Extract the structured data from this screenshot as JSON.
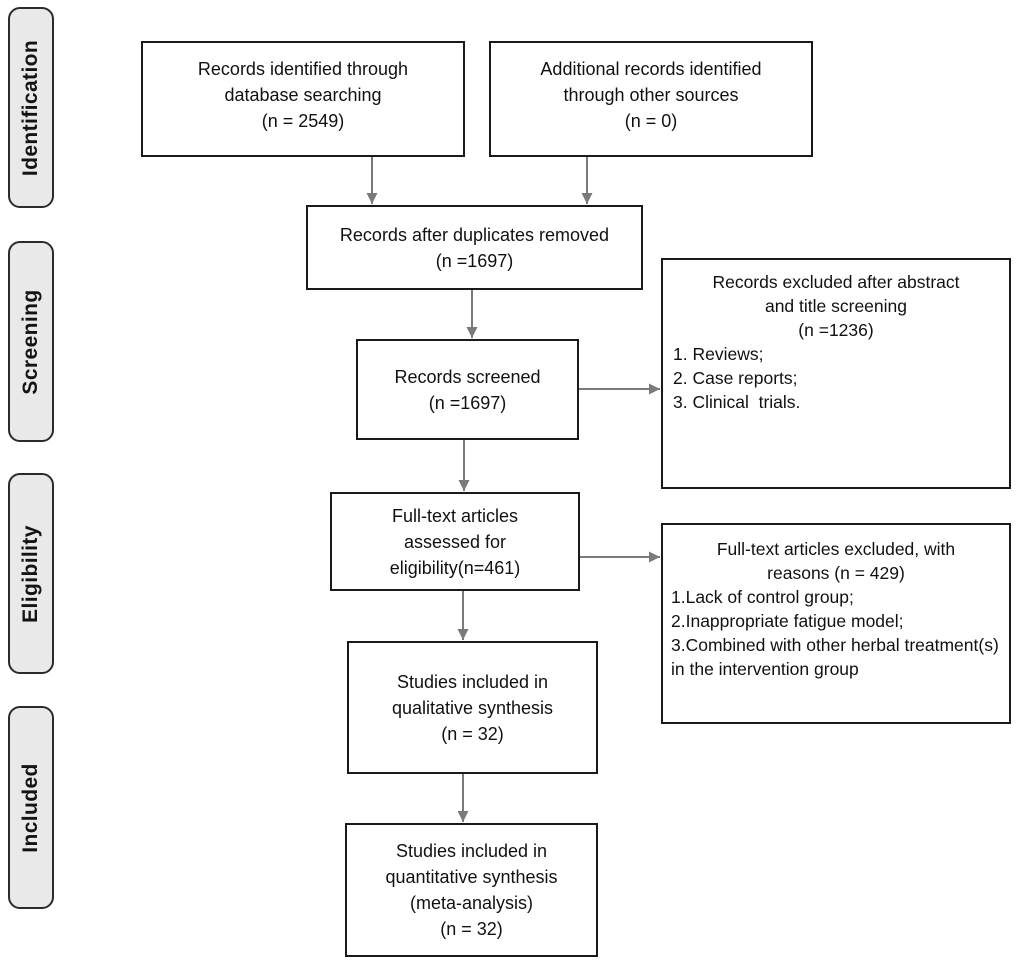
{
  "colors": {
    "box_border": "#1a1a1a",
    "arrow": "#7a7a7a",
    "stage_fill": "#e9e9e9",
    "stage_border": "#2b2b2b",
    "text": "#111111"
  },
  "stages": {
    "identification": "Identification",
    "screening": "Screening",
    "eligibility": "Eligibility",
    "included": "Included"
  },
  "boxes": {
    "database_search": {
      "lines": [
        "Records identified through",
        "database searching",
        "(n = 2549)"
      ]
    },
    "other_sources": {
      "lines": [
        "Additional records identified",
        "through other sources",
        "(n = 0)"
      ]
    },
    "duplicates_removed": {
      "lines": [
        "Records after duplicates removed",
        "(n =1697)"
      ]
    },
    "records_screened": {
      "lines": [
        "Records screened",
        "(n =1697)"
      ]
    },
    "abstract_excluded": {
      "heading_lines": [
        "Records excluded after abstract",
        "and title screening",
        "(n =1236)"
      ],
      "reasons": [
        "1. Reviews;",
        "2. Case reports;",
        "3. Clinical  trials."
      ]
    },
    "fulltext_assessed": {
      "lines": [
        "Full-text articles",
        "assessed for",
        "eligibility(n=461)"
      ]
    },
    "fulltext_excluded": {
      "heading_lines": [
        "Full-text articles excluded, with",
        "reasons (n = 429)"
      ],
      "reasons": [
        "1.Lack of control group;",
        "2.Inappropriate fatigue model;",
        "3.Combined with other herbal treatment(s) in the intervention group"
      ]
    },
    "qualitative_synthesis": {
      "lines": [
        "Studies included in",
        "qualitative synthesis",
        "(n = 32)"
      ]
    },
    "quantitative_synthesis": {
      "lines": [
        "Studies included in",
        "quantitative synthesis",
        "(meta-analysis)",
        "(n = 32)"
      ]
    }
  }
}
